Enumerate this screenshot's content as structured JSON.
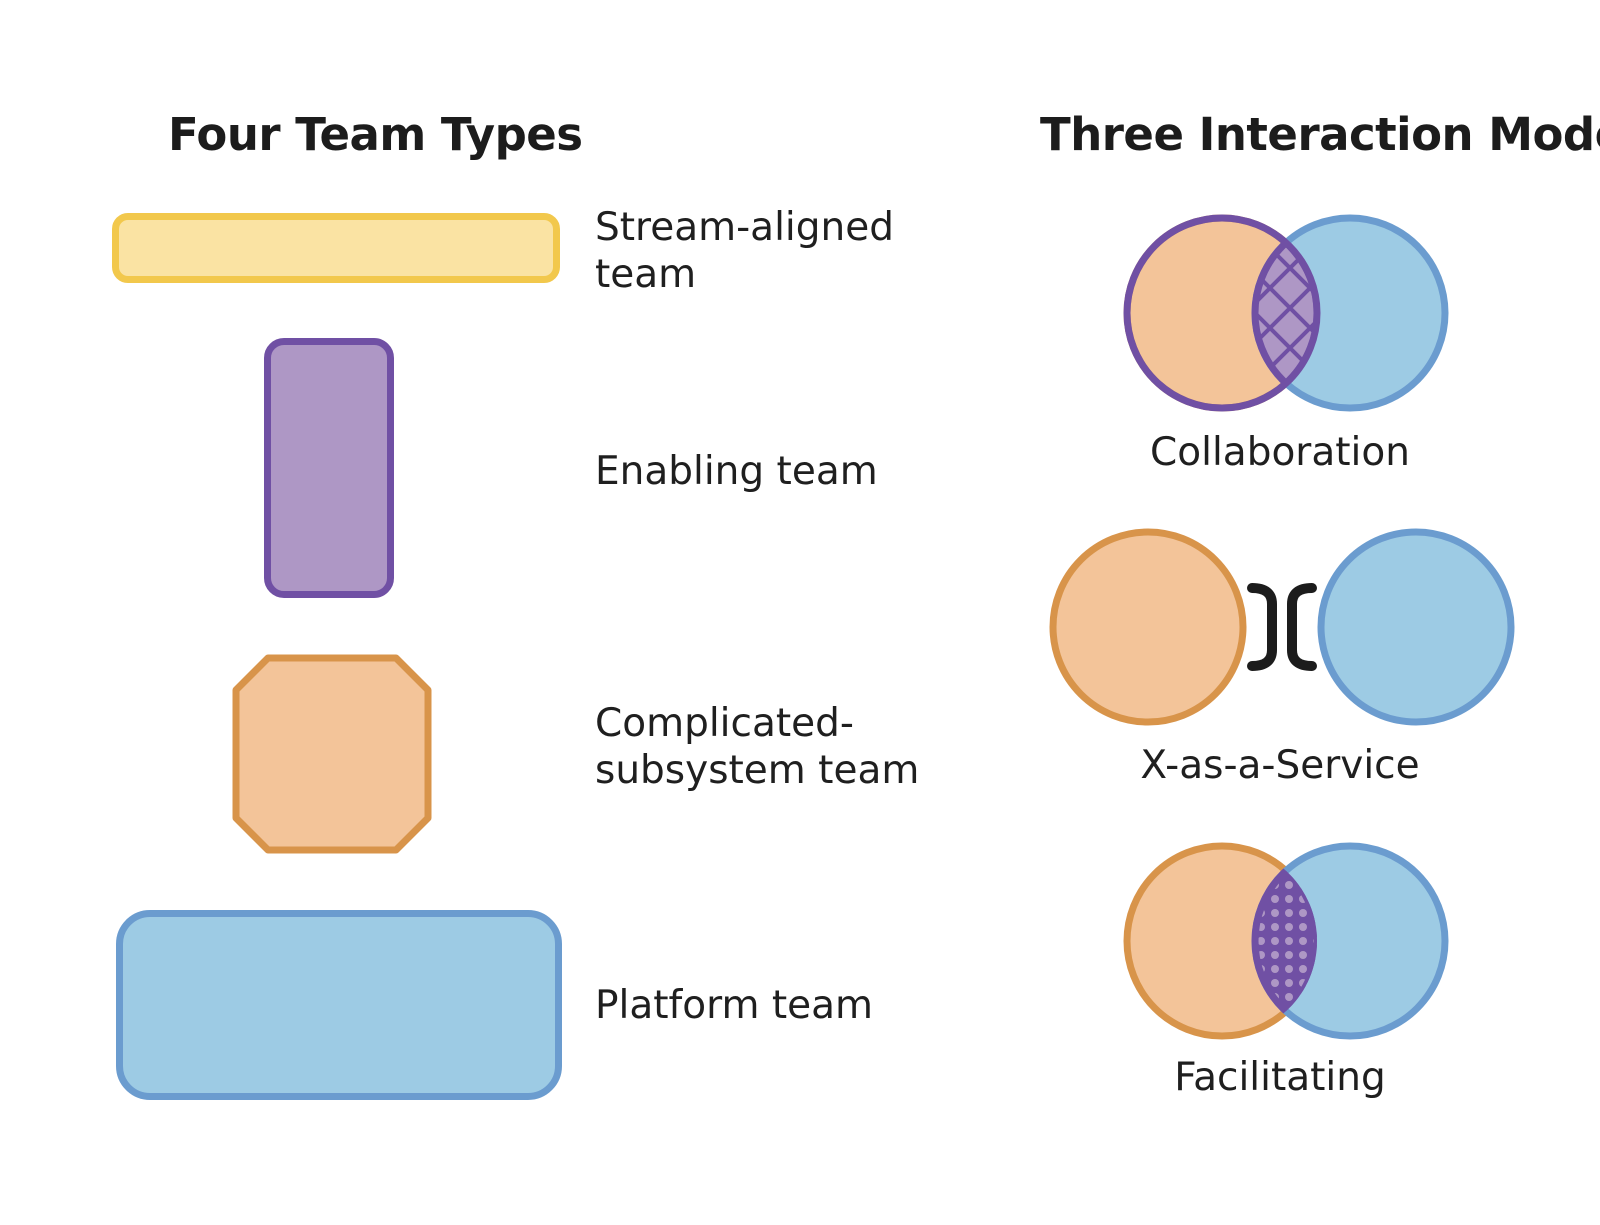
{
  "left_section": {
    "title": "Four Team Types",
    "teams": [
      {
        "label_lines": [
          "Stream-aligned",
          "team"
        ],
        "shape": "wide-rounded-rectangle",
        "fill": "#fae3a3",
        "stroke": "#f2c84c"
      },
      {
        "label_lines": [
          "Enabling team"
        ],
        "shape": "tall-rounded-rectangle",
        "fill": "#ae97c5",
        "stroke": "#7050a4"
      },
      {
        "label_lines": [
          "Complicated-",
          "subsystem team"
        ],
        "shape": "octagon",
        "fill": "#f3c499",
        "stroke": "#d8944a"
      },
      {
        "label_lines": [
          "Platform team"
        ],
        "shape": "large-rounded-rectangle",
        "fill": "#9dcbe4",
        "stroke": "#6b9ccf"
      }
    ]
  },
  "right_section": {
    "title": "Three Interaction Modes",
    "modes": [
      {
        "label": "Collaboration",
        "icon": "overlapping-circles-crosshatch-icon"
      },
      {
        "label": "X-as-a-Service",
        "icon": "separated-circles-connector-icon"
      },
      {
        "label": "Facilitating",
        "icon": "overlapping-circles-dotted-icon"
      }
    ]
  },
  "colors": {
    "orange_fill": "#f3c499",
    "orange_stroke": "#d8944a",
    "blue_fill": "#9dcbe4",
    "blue_stroke": "#6b9ccf",
    "purple_fill": "#ae97c5",
    "purple_stroke": "#7050a4",
    "connector": "#1c1c1c"
  }
}
